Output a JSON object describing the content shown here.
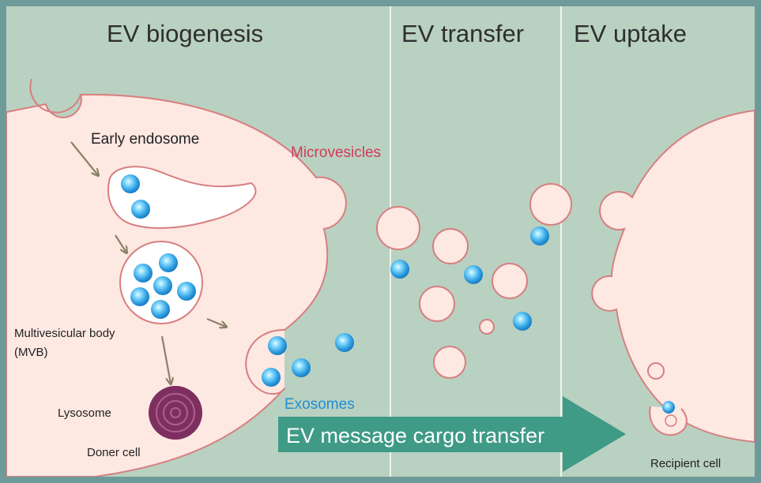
{
  "headings": {
    "biogenesis": "EV biogenesis",
    "transfer": "EV transfer",
    "uptake": "EV uptake"
  },
  "labels": {
    "early_endosome": "Early endosome",
    "microvesicles": "Microvesicles",
    "mvb_line1": "Multivesicular body",
    "mvb_line2": "(MVB)",
    "lysosome": "Lysosome",
    "doner_cell": "Doner cell",
    "exosomes": "Exosomes",
    "recipient_cell": "Recipient cell"
  },
  "banner": {
    "text": "EV message cargo transfer"
  },
  "colors": {
    "background": "#b9d1c1",
    "frame": "#6f9a9a",
    "cell_fill": "#fde8e2",
    "membrane": "#d77f7f",
    "exosome_blue": "#2f9fe0",
    "microvesicle_label": "#d23a5a",
    "exosome_label": "#1f8fd0",
    "banner_fill": "#3f9a86",
    "lysosome": "#7d2f5f",
    "arrow": "#8a8268"
  },
  "icons": {
    "arrows": "arrow-icon"
  }
}
